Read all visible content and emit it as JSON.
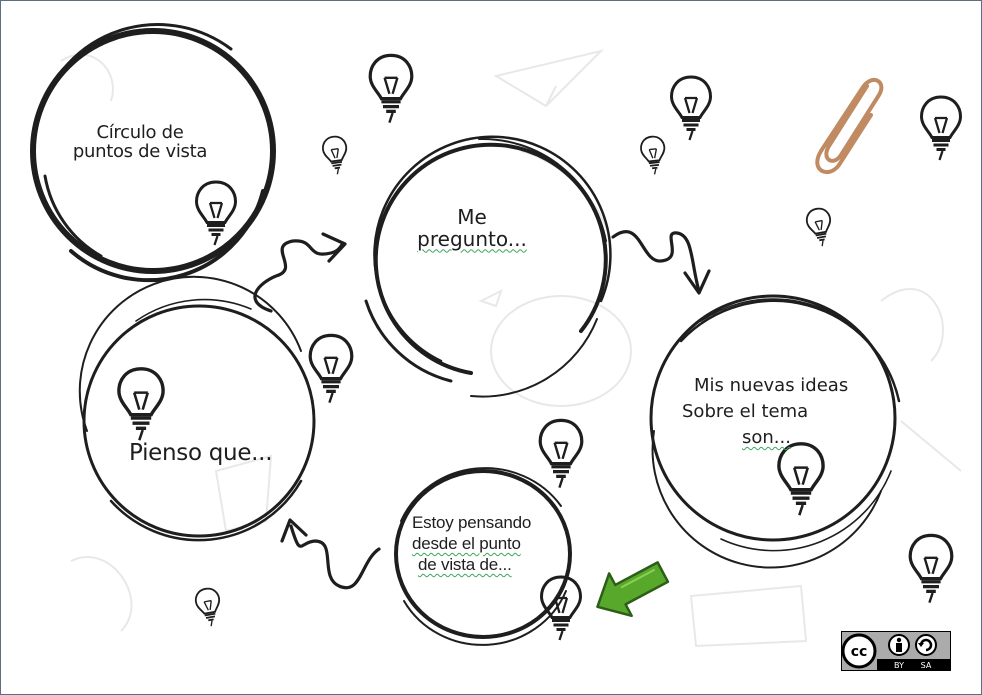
{
  "diagram": {
    "nodes": {
      "puntos_de_vista": {
        "lines": [
          "Círculo de",
          "puntos de vista"
        ]
      },
      "me_pregunto": {
        "lines": [
          "Me",
          "pregunto..."
        ]
      },
      "nuevas_ideas": {
        "lines": [
          "Mis nuevas ideas",
          "Sobre el tema",
          "son..."
        ]
      },
      "pienso_que": {
        "lines": [
          "Pienso que..."
        ]
      },
      "estoy_pensando": {
        "lines": [
          "Estoy pensando",
          "desde el punto",
          "de vista de..."
        ]
      }
    },
    "arrow_order": [
      "pienso_que",
      "me_pregunto",
      "nuevas_ideas",
      "estoy_pensando",
      "pienso_que"
    ]
  },
  "license_badge": {
    "cc": "cc",
    "by": "BY",
    "sa": "SA"
  },
  "colors": {
    "ink": "#1e1e1e",
    "background_doodle": "#e8e8e8",
    "paperclip": "#c08a62",
    "green_arrow": "#58a82c",
    "spellcheck_underline": "#3ba55c",
    "frame_border": "#5a6f86"
  },
  "icons": [
    "lightbulb-icon",
    "paperclip-icon",
    "green-arrow-icon",
    "creative-commons-icon"
  ]
}
